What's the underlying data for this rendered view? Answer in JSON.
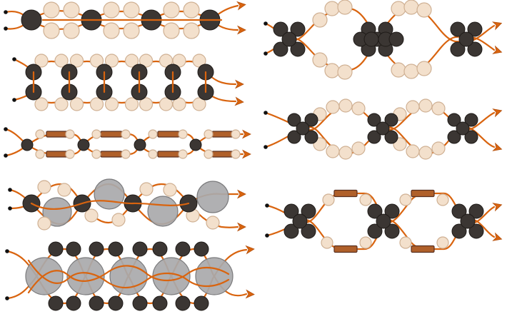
{
  "colors": {
    "thread": "#d9640f",
    "thread_dark": "#b34e0a",
    "dark_bead": "#3b3633",
    "dark_bead_rim": "#1f1b18",
    "light_bead": "#f3e0cc",
    "light_bead_rim": "#cfb093",
    "big_bead": "#a9a9ab",
    "big_bead_rim": "#7a7a7c",
    "tube_bead": "#b0602a",
    "tube_bead_dark": "#5a3020",
    "start_dot": "#111111",
    "background": "#ffffff"
  },
  "diagrams": [
    {
      "id": "left-row-1",
      "side": "left",
      "pattern": "chain-light-pairs-dark-singles",
      "units": 4,
      "thread_ends": 2
    },
    {
      "id": "left-row-2",
      "side": "left",
      "pattern": "ladder-dark-pairs-light-loops",
      "units": 6,
      "thread_ends": 2
    },
    {
      "id": "left-row-3",
      "side": "left",
      "pattern": "tube-bugle-ladder",
      "units": 4,
      "thread_ends": 2
    },
    {
      "id": "left-row-4",
      "side": "left",
      "pattern": "wave-big-gray-beads",
      "units": 4,
      "thread_ends": 2
    },
    {
      "id": "left-row-5",
      "side": "left",
      "pattern": "crossed-big-gray-beads",
      "units": 5,
      "thread_ends": 2
    },
    {
      "id": "right-row-1",
      "side": "right",
      "pattern": "dark-clusters-light-rings",
      "units": 3,
      "thread_ends": 2
    },
    {
      "id": "right-row-2",
      "side": "right",
      "pattern": "dark-cross-light-rings",
      "units": 3,
      "thread_ends": 2
    },
    {
      "id": "right-row-3",
      "side": "right",
      "pattern": "dark-clusters-bugle-rings",
      "units": 3,
      "thread_ends": 2
    }
  ]
}
